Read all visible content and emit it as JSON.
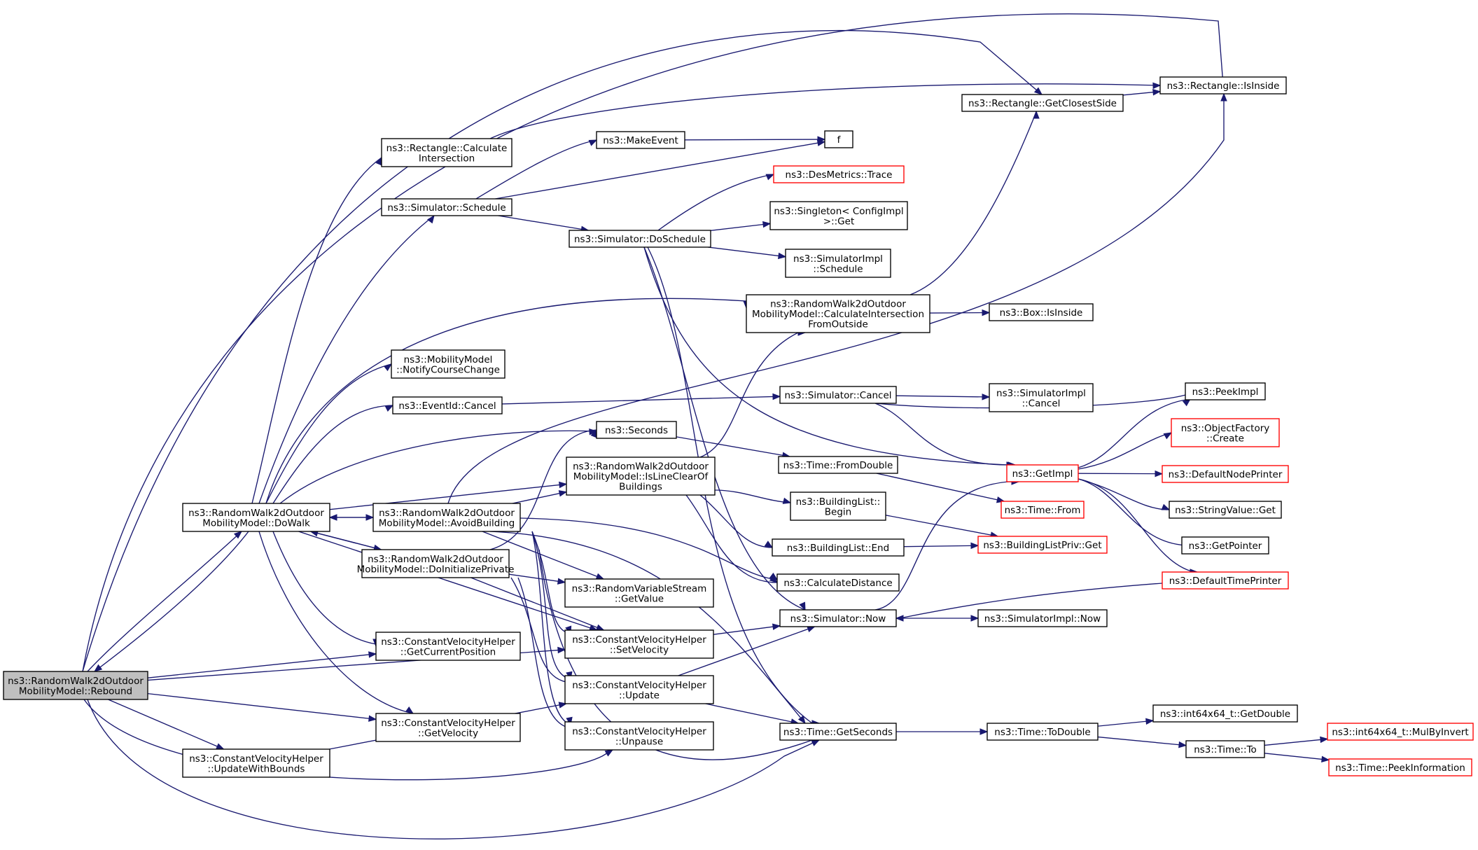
{
  "colors": {
    "edge": "#191970",
    "node_border": "#000000",
    "node_border_truncated": "#ff0000",
    "node_fill": "#ffffff",
    "node_fill_current": "#bfbfbf"
  },
  "nodes": [
    {
      "id": "rebound",
      "lines": [
        "ns3::RandomWalk2dOutdoor",
        "MobilityModel::Rebound"
      ],
      "current": true
    },
    {
      "id": "dowalk",
      "lines": [
        "ns3::RandomWalk2dOutdoor",
        "MobilityModel::DoWalk"
      ]
    },
    {
      "id": "avoidbuilding",
      "lines": [
        "ns3::RandomWalk2dOutdoor",
        "MobilityModel::AvoidBuilding"
      ]
    },
    {
      "id": "doinitpriv",
      "lines": [
        "ns3::RandomWalk2dOutdoor",
        "MobilityModel::DoInitializePrivate"
      ]
    },
    {
      "id": "updatewithbounds",
      "lines": [
        "ns3::ConstantVelocityHelper",
        "::UpdateWithBounds"
      ]
    },
    {
      "id": "rectcalcinter",
      "lines": [
        "ns3::Rectangle::Calculate",
        "Intersection"
      ]
    },
    {
      "id": "simschedule",
      "lines": [
        "ns3::Simulator::Schedule"
      ]
    },
    {
      "id": "notifycourse",
      "lines": [
        "ns3::MobilityModel",
        "::NotifyCourseChange"
      ]
    },
    {
      "id": "eventcancel",
      "lines": [
        "ns3::EventId::Cancel"
      ]
    },
    {
      "id": "getcurpos",
      "lines": [
        "ns3::ConstantVelocityHelper",
        "::GetCurrentPosition"
      ]
    },
    {
      "id": "getvelocity",
      "lines": [
        "ns3::ConstantVelocityHelper",
        "::GetVelocity"
      ]
    },
    {
      "id": "makeevent",
      "lines": [
        "ns3::MakeEvent"
      ]
    },
    {
      "id": "doschedule",
      "lines": [
        "ns3::Simulator::DoSchedule"
      ]
    },
    {
      "id": "seconds",
      "lines": [
        "ns3::Seconds"
      ]
    },
    {
      "id": "islineclear",
      "lines": [
        "ns3::RandomWalk2dOutdoor",
        "MobilityModel::IsLineClearOf",
        "Buildings"
      ]
    },
    {
      "id": "rvsgetvalue",
      "lines": [
        "ns3::RandomVariableStream",
        "::GetValue"
      ]
    },
    {
      "id": "setvelocity",
      "lines": [
        "ns3::ConstantVelocityHelper",
        "::SetVelocity"
      ]
    },
    {
      "id": "cvhupdate",
      "lines": [
        "ns3::ConstantVelocityHelper",
        "::Update"
      ]
    },
    {
      "id": "unpause",
      "lines": [
        "ns3::ConstantVelocityHelper",
        "::Unpause"
      ]
    },
    {
      "id": "f",
      "lines": [
        "f"
      ]
    },
    {
      "id": "destrace",
      "lines": [
        "ns3::DesMetrics::Trace"
      ],
      "truncated": true
    },
    {
      "id": "singletonget",
      "lines": [
        "ns3::Singleton< ConfigImpl",
        " >::Get"
      ]
    },
    {
      "id": "simimplschedule",
      "lines": [
        "ns3::SimulatorImpl",
        "::Schedule"
      ]
    },
    {
      "id": "calcinterfromoutside",
      "lines": [
        "ns3::RandomWalk2dOutdoor",
        "MobilityModel::CalculateIntersection",
        "FromOutside"
      ]
    },
    {
      "id": "simcancel",
      "lines": [
        "ns3::Simulator::Cancel"
      ]
    },
    {
      "id": "timefromdouble",
      "lines": [
        "ns3::Time::FromDouble"
      ]
    },
    {
      "id": "buildinglistbegin",
      "lines": [
        "ns3::BuildingList::",
        "Begin"
      ]
    },
    {
      "id": "buildinglistend",
      "lines": [
        "ns3::BuildingList::End"
      ]
    },
    {
      "id": "calcdistance",
      "lines": [
        "ns3::CalculateDistance"
      ]
    },
    {
      "id": "simnow",
      "lines": [
        "ns3::Simulator::Now"
      ]
    },
    {
      "id": "timegetseconds",
      "lines": [
        "ns3::Time::GetSeconds"
      ]
    },
    {
      "id": "rectgetclosest",
      "lines": [
        "ns3::Rectangle::GetClosestSide"
      ]
    },
    {
      "id": "rectisinside",
      "lines": [
        "ns3::Rectangle::IsInside"
      ]
    },
    {
      "id": "boxisinside",
      "lines": [
        "ns3::Box::IsInside"
      ]
    },
    {
      "id": "simimplcancel",
      "lines": [
        "ns3::SimulatorImpl",
        "::Cancel"
      ]
    },
    {
      "id": "getimpl",
      "lines": [
        "ns3::GetImpl"
      ],
      "truncated": true
    },
    {
      "id": "timefrom",
      "lines": [
        "ns3::Time::From"
      ],
      "truncated": true
    },
    {
      "id": "buildinglistprivget",
      "lines": [
        "ns3::BuildingListPriv::Get"
      ],
      "truncated": true
    },
    {
      "id": "simimplnow",
      "lines": [
        "ns3::SimulatorImpl::Now"
      ]
    },
    {
      "id": "timetodouble",
      "lines": [
        "ns3::Time::ToDouble"
      ]
    },
    {
      "id": "peekimpl",
      "lines": [
        "ns3::PeekImpl"
      ]
    },
    {
      "id": "objfactorycreate",
      "lines": [
        "ns3::ObjectFactory",
        "::Create"
      ],
      "truncated": true
    },
    {
      "id": "defaultnodeprinter",
      "lines": [
        "ns3::DefaultNodePrinter"
      ],
      "truncated": true
    },
    {
      "id": "stringvalueget",
      "lines": [
        "ns3::StringValue::Get"
      ]
    },
    {
      "id": "getpointer",
      "lines": [
        "ns3::GetPointer"
      ]
    },
    {
      "id": "defaulttimeprinter",
      "lines": [
        "ns3::DefaultTimePrinter"
      ],
      "truncated": true
    },
    {
      "id": "int64getdouble",
      "lines": [
        "ns3::int64x64_t::GetDouble"
      ]
    },
    {
      "id": "timeto",
      "lines": [
        "ns3::Time::To"
      ]
    },
    {
      "id": "mulbyinvert",
      "lines": [
        "ns3::int64x64_t::MulByInvert"
      ],
      "truncated": true
    },
    {
      "id": "peekinformation",
      "lines": [
        "ns3::Time::PeekInformation"
      ],
      "truncated": true
    }
  ],
  "edges": [
    [
      "rebound",
      "dowalk"
    ],
    [
      "rebound",
      "rectgetclosest"
    ],
    [
      "rebound",
      "rectisinside"
    ],
    [
      "rebound",
      "getcurpos"
    ],
    [
      "rebound",
      "setvelocity"
    ],
    [
      "rebound",
      "getvelocity"
    ],
    [
      "rebound",
      "updatewithbounds"
    ],
    [
      "rebound",
      "unpause"
    ],
    [
      "rebound",
      "timegetseconds"
    ],
    [
      "dowalk",
      "rebound"
    ],
    [
      "dowalk",
      "rectcalcinter"
    ],
    [
      "dowalk",
      "simschedule"
    ],
    [
      "dowalk",
      "calcinterfromoutside"
    ],
    [
      "dowalk",
      "notifycourse"
    ],
    [
      "dowalk",
      "eventcancel"
    ],
    [
      "dowalk",
      "seconds"
    ],
    [
      "dowalk",
      "islineclear"
    ],
    [
      "dowalk",
      "avoidbuilding"
    ],
    [
      "dowalk",
      "doinitpriv"
    ],
    [
      "dowalk",
      "getcurpos"
    ],
    [
      "dowalk",
      "getvelocity"
    ],
    [
      "dowalk",
      "setvelocity"
    ],
    [
      "avoidbuilding",
      "dowalk"
    ],
    [
      "avoidbuilding",
      "islineclear"
    ],
    [
      "avoidbuilding",
      "rectisinside"
    ],
    [
      "avoidbuilding",
      "calcdistance"
    ],
    [
      "avoidbuilding",
      "rvsgetvalue"
    ],
    [
      "avoidbuilding",
      "setvelocity"
    ],
    [
      "avoidbuilding",
      "cvhupdate"
    ],
    [
      "avoidbuilding",
      "unpause"
    ],
    [
      "avoidbuilding",
      "timegetseconds"
    ],
    [
      "doinitpriv",
      "dowalk"
    ],
    [
      "doinitpriv",
      "seconds"
    ],
    [
      "doinitpriv",
      "rvsgetvalue"
    ],
    [
      "doinitpriv",
      "setvelocity"
    ],
    [
      "doinitpriv",
      "cvhupdate"
    ],
    [
      "doinitpriv",
      "unpause"
    ],
    [
      "doinitpriv",
      "timegetseconds"
    ],
    [
      "updatewithbounds",
      "cvhupdate"
    ],
    [
      "rectcalcinter",
      "rectisinside"
    ],
    [
      "simschedule",
      "makeevent"
    ],
    [
      "simschedule",
      "f"
    ],
    [
      "simschedule",
      "doschedule"
    ],
    [
      "makeevent",
      "f"
    ],
    [
      "doschedule",
      "destrace"
    ],
    [
      "doschedule",
      "singletonget"
    ],
    [
      "doschedule",
      "simimplschedule"
    ],
    [
      "doschedule",
      "getimpl"
    ],
    [
      "doschedule",
      "simnow"
    ],
    [
      "doschedule",
      "timegetseconds"
    ],
    [
      "eventcancel",
      "simcancel"
    ],
    [
      "seconds",
      "timefromdouble"
    ],
    [
      "islineclear",
      "calcinterfromoutside"
    ],
    [
      "islineclear",
      "buildinglistbegin"
    ],
    [
      "islineclear",
      "buildinglistend"
    ],
    [
      "islineclear",
      "calcdistance"
    ],
    [
      "calcinterfromoutside",
      "rectgetclosest"
    ],
    [
      "calcinterfromoutside",
      "boxisinside"
    ],
    [
      "simcancel",
      "simimplcancel"
    ],
    [
      "simcancel",
      "getimpl"
    ],
    [
      "simcancel",
      "peekimpl"
    ],
    [
      "timefromdouble",
      "timefrom"
    ],
    [
      "buildinglistbegin",
      "buildinglistprivget"
    ],
    [
      "buildinglistend",
      "buildinglistprivget"
    ],
    [
      "setvelocity",
      "simnow"
    ],
    [
      "cvhupdate",
      "simnow"
    ],
    [
      "cvhupdate",
      "timegetseconds"
    ],
    [
      "simnow",
      "getimpl"
    ],
    [
      "simnow",
      "simimplnow"
    ],
    [
      "timegetseconds",
      "timetodouble"
    ],
    [
      "rectgetclosest",
      "rectisinside"
    ],
    [
      "getimpl",
      "peekimpl"
    ],
    [
      "getimpl",
      "objfactorycreate"
    ],
    [
      "getimpl",
      "defaultnodeprinter"
    ],
    [
      "getimpl",
      "stringvalueget"
    ],
    [
      "getimpl",
      "getpointer"
    ],
    [
      "getimpl",
      "defaulttimeprinter"
    ],
    [
      "defaulttimeprinter",
      "simnow"
    ],
    [
      "timetodouble",
      "int64getdouble"
    ],
    [
      "timetodouble",
      "timeto"
    ],
    [
      "timeto",
      "mulbyinvert"
    ],
    [
      "timeto",
      "peekinformation"
    ]
  ]
}
